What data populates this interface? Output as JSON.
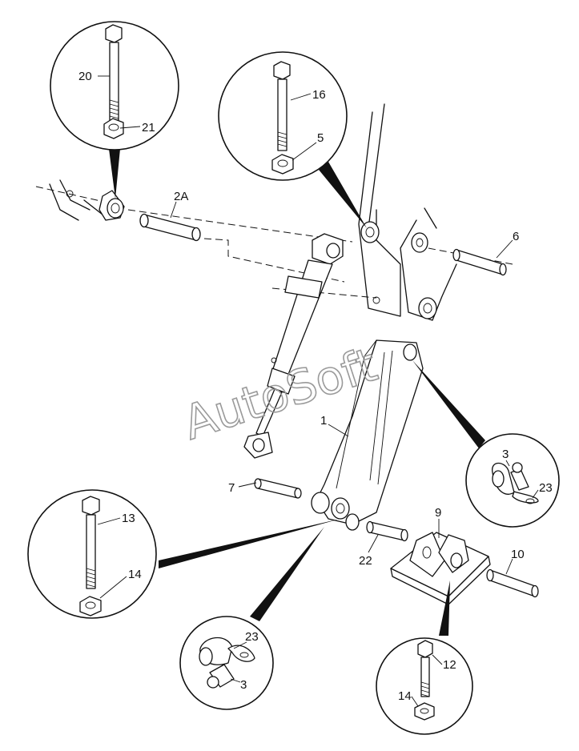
{
  "watermark": "AutoSoft",
  "callouts": {
    "c20": "20",
    "c21": "21",
    "c2a": "2A",
    "c16": "16",
    "c5": "5",
    "c6": "6",
    "c1": "1",
    "c3a": "3",
    "c23a": "23",
    "c7": "7",
    "c13": "13",
    "c14a": "14",
    "c9": "9",
    "c22": "22",
    "c10": "10",
    "c23b": "23",
    "c3b": "3",
    "c12": "12",
    "c14b": "14"
  }
}
